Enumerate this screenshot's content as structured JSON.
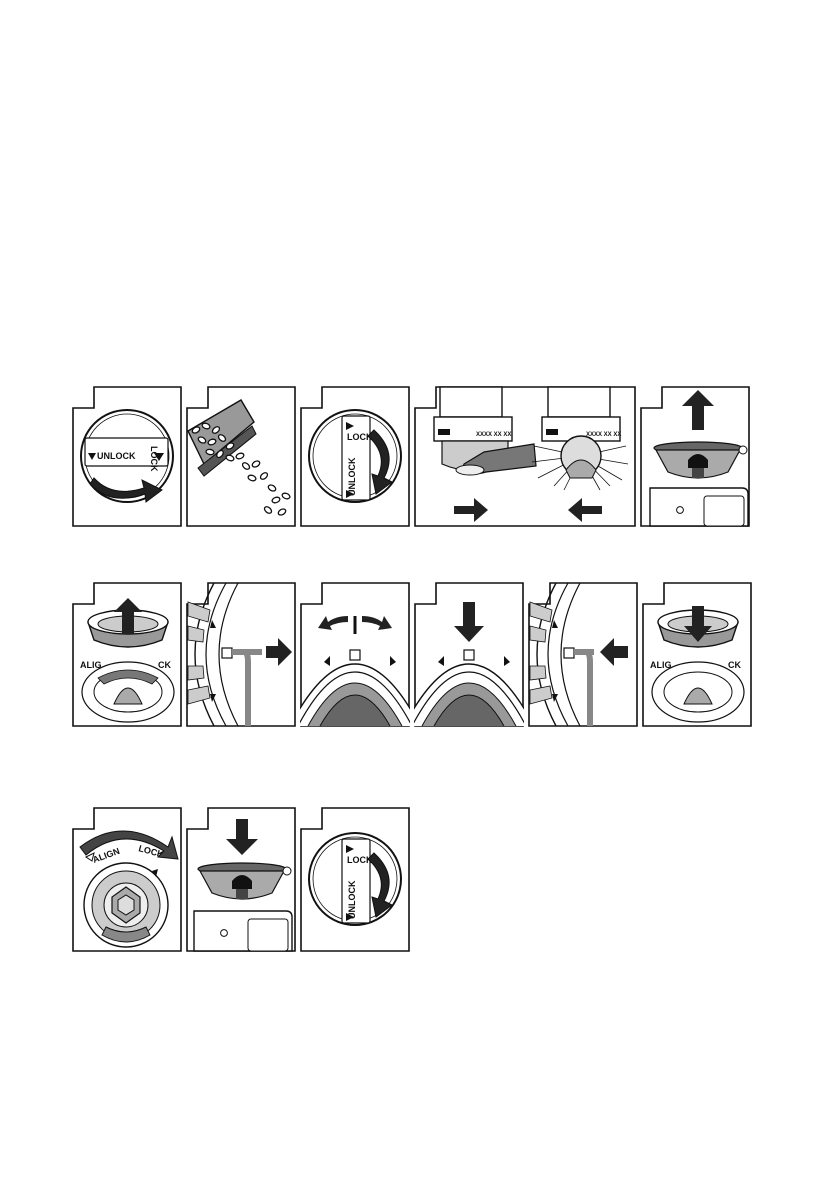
{
  "labels": {
    "unlock": "UNLOCK",
    "lock": "LOCK",
    "align": "ALIGN",
    "lock_partial": "CK",
    "align_partial": "ALIG",
    "machine_small_text": "XXXX XX XX"
  },
  "icons": [
    "rotate-arrow-icon",
    "arrow-up-icon",
    "arrow-down-icon",
    "arrow-left-icon",
    "arrow-right-icon",
    "coffee-bean-icon"
  ]
}
